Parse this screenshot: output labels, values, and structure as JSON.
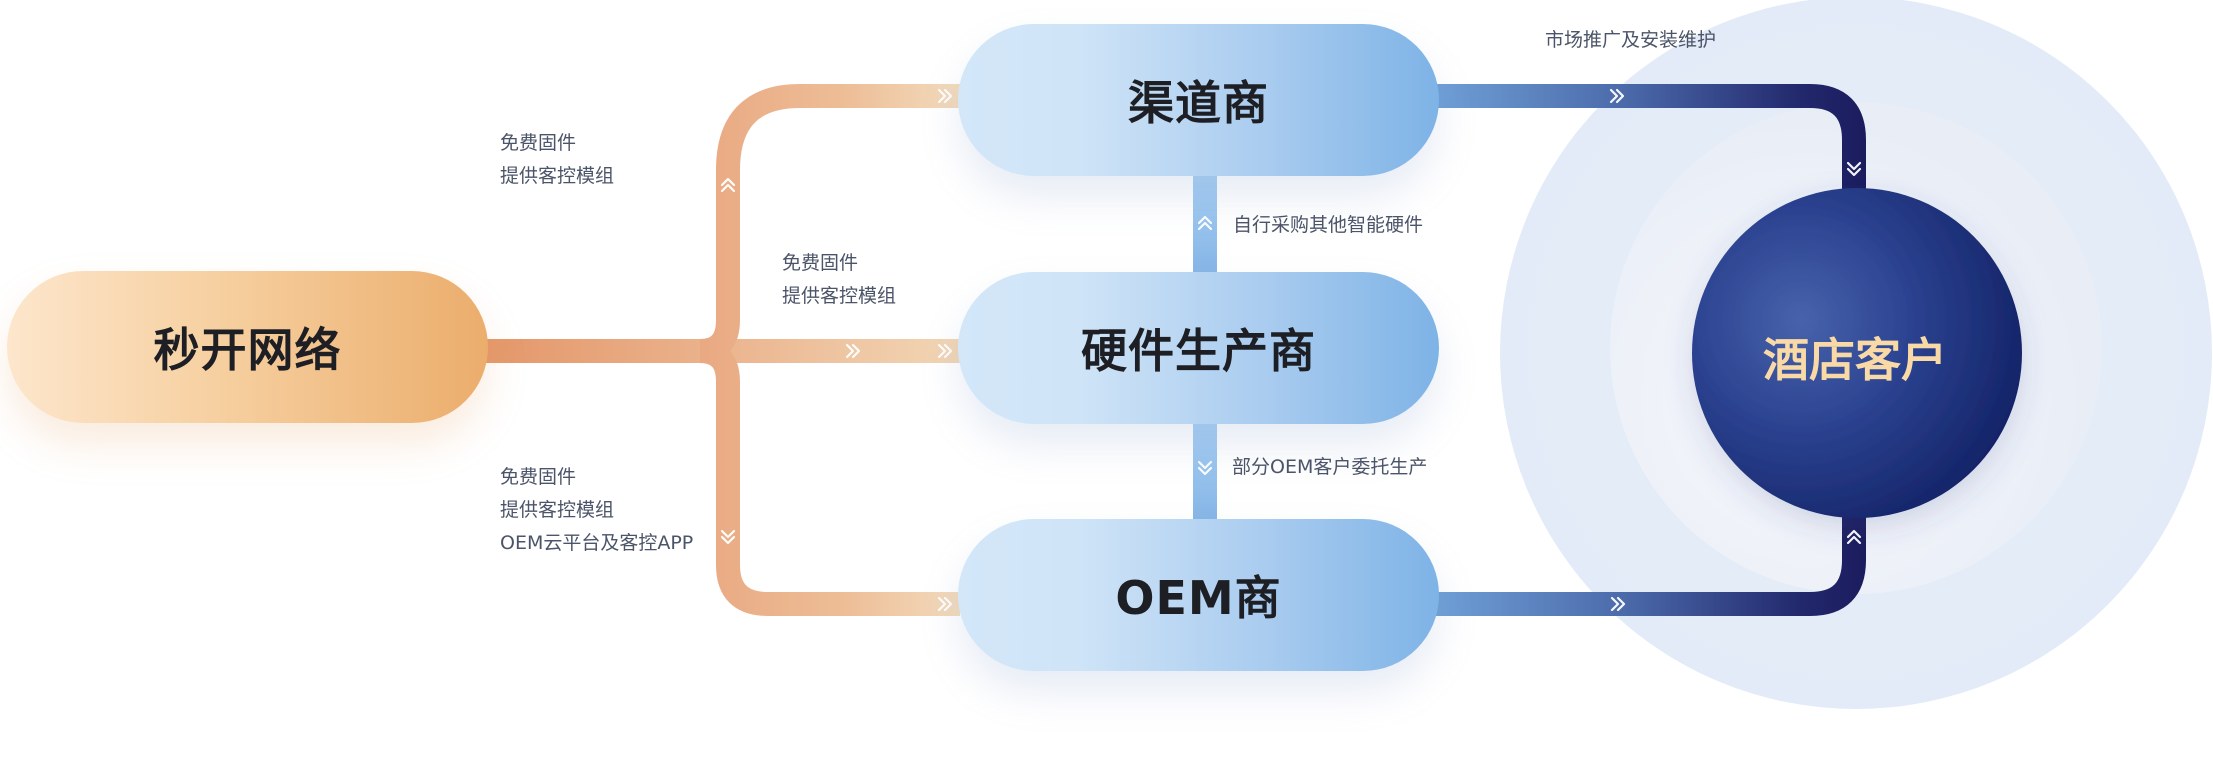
{
  "diagram": {
    "nodes": {
      "source": "秒开网络",
      "channel": "渠道商",
      "hardware": "硬件生产商",
      "oem": "OEM商",
      "customer": "酒店客户"
    },
    "labels": {
      "to_channel": [
        "免费固件",
        "提供客控模组"
      ],
      "to_hardware": [
        "免费固件",
        "提供客控模组"
      ],
      "to_oem": [
        "免费固件",
        "提供客控模组",
        "OEM云平台及客控APP"
      ],
      "hardware_to_channel": "自行采购其他智能硬件",
      "hardware_to_oem": "部分OEM客户委托生产",
      "to_customer": "市场推广及安装维护"
    },
    "edges": [
      {
        "from": "秒开网络",
        "to": "渠道商",
        "label": "免费固件 / 提供客控模组"
      },
      {
        "from": "秒开网络",
        "to": "硬件生产商",
        "label": "免费固件 / 提供客控模组"
      },
      {
        "from": "秒开网络",
        "to": "OEM商",
        "label": "免费固件 / 提供客控模组 / OEM云平台及客控APP"
      },
      {
        "from": "硬件生产商",
        "to": "渠道商",
        "label": "自行采购其他智能硬件"
      },
      {
        "from": "硬件生产商",
        "to": "OEM商",
        "label": "部分OEM客户委托生产"
      },
      {
        "from": "渠道商",
        "to": "酒店客户",
        "label": "市场推广及安装维护"
      },
      {
        "from": "OEM商",
        "to": "酒店客户",
        "label": ""
      }
    ],
    "colors": {
      "orange_start": "#e49a6e",
      "orange_end": "#f1d5b3",
      "blue_light": "#a9cdf0",
      "blue_dark": "#1c2063",
      "sphere": "#22387f",
      "sphere_text": "#f9daa6",
      "label_text": "#4b5468",
      "node_text": "#1d1f24"
    }
  }
}
